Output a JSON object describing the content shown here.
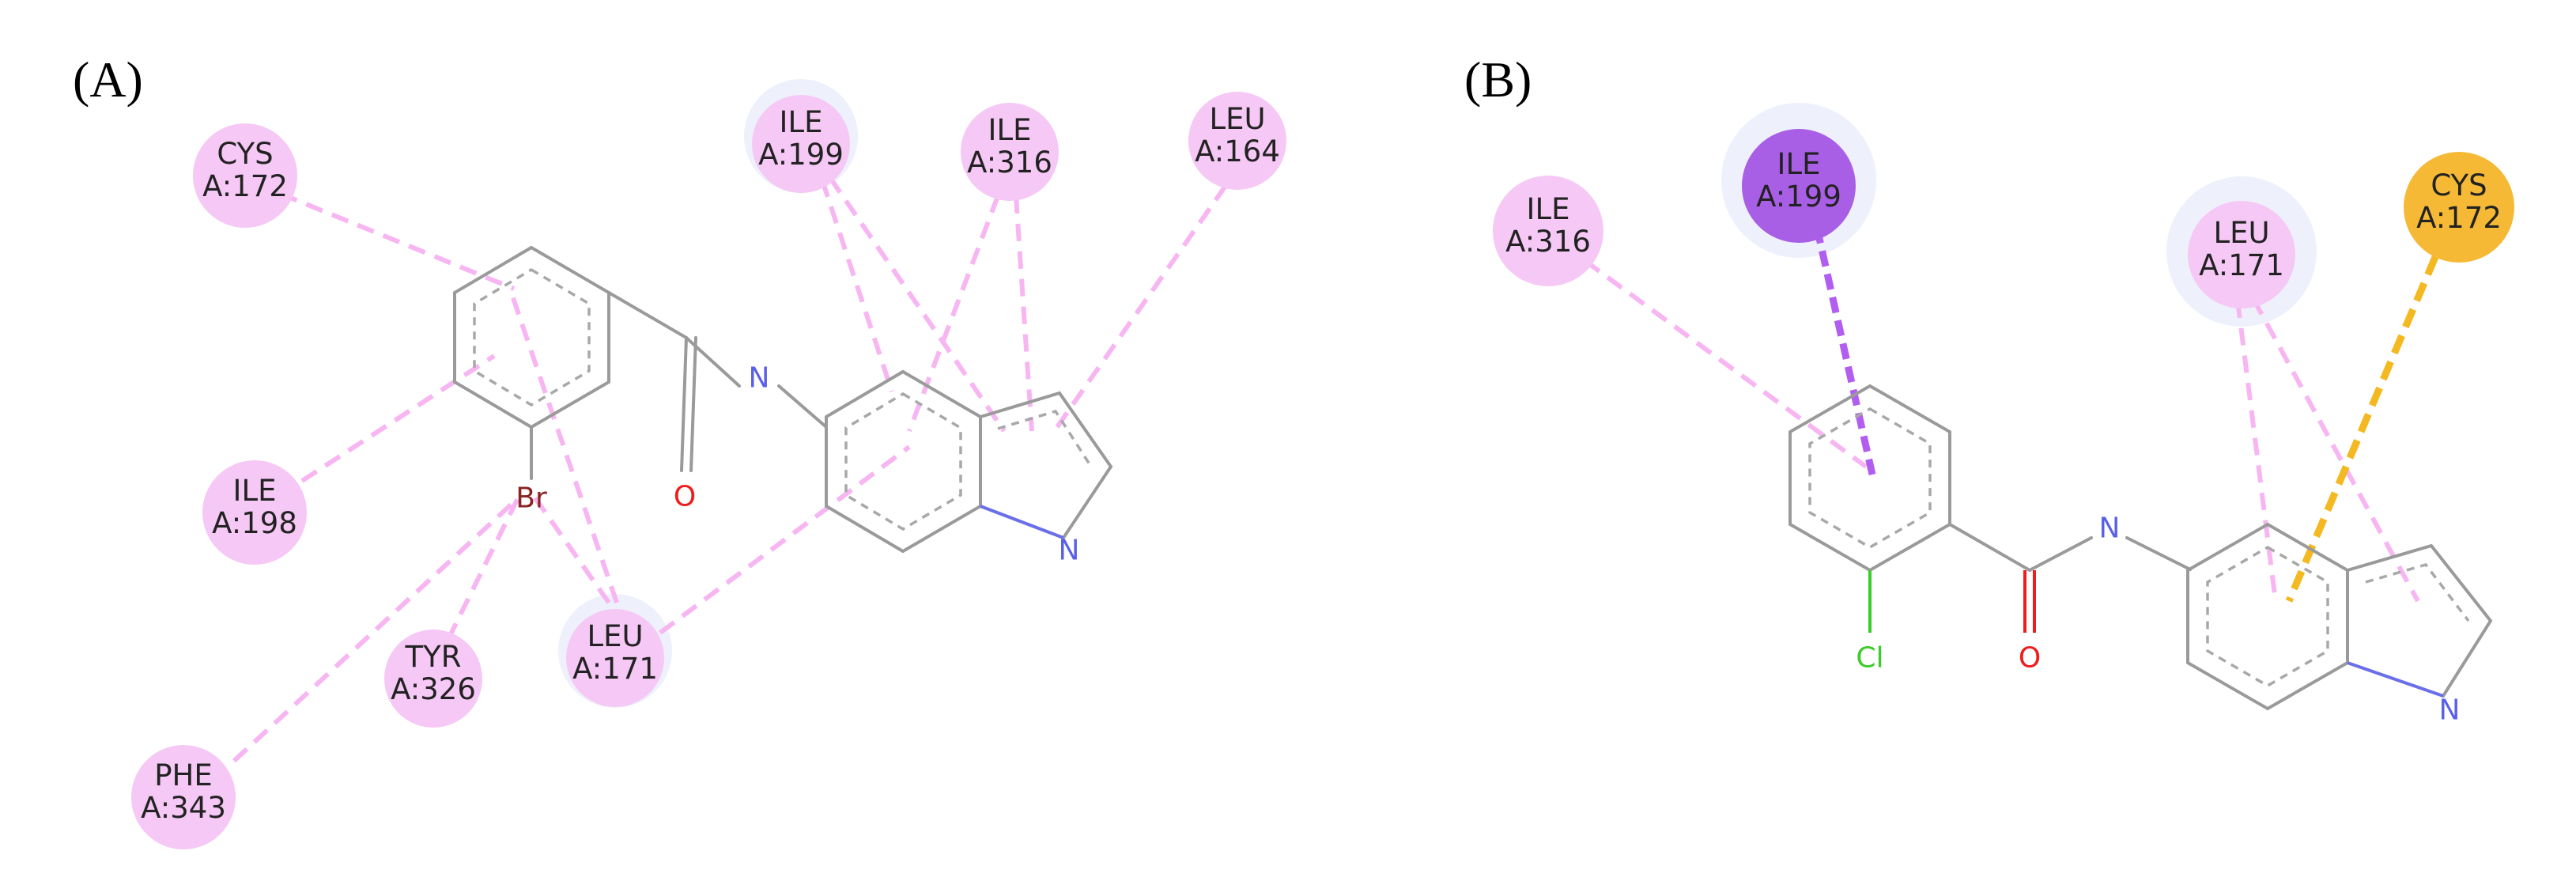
{
  "panels": [
    {
      "label": "(A)",
      "halogen": "Br",
      "halogen_color": "#8b2323",
      "residues": [
        {
          "id": "A_CYS172",
          "name": "CYS",
          "num": "A:172",
          "style": "pink"
        },
        {
          "id": "A_ILE199",
          "name": "ILE",
          "num": "A:199",
          "style": "pink",
          "halo": true
        },
        {
          "id": "A_ILE316",
          "name": "ILE",
          "num": "A:316",
          "style": "pink"
        },
        {
          "id": "A_LEU164",
          "name": "LEU",
          "num": "A:164",
          "style": "pink"
        },
        {
          "id": "A_ILE198",
          "name": "ILE",
          "num": "A:198",
          "style": "pink"
        },
        {
          "id": "A_TYR326",
          "name": "TYR",
          "num": "A:326",
          "style": "pink"
        },
        {
          "id": "A_LEU171",
          "name": "LEU",
          "num": "A:171",
          "style": "pink",
          "halo": true
        },
        {
          "id": "A_PHE343",
          "name": "PHE",
          "num": "A:343",
          "style": "pink"
        }
      ]
    },
    {
      "label": "(B)",
      "halogen": "Cl",
      "halogen_color": "#3ccc2a",
      "residues": [
        {
          "id": "B_ILE316",
          "name": "ILE",
          "num": "A:316",
          "style": "pink"
        },
        {
          "id": "B_ILE199",
          "name": "ILE",
          "num": "A:199",
          "style": "purple",
          "halo": true
        },
        {
          "id": "B_LEU171",
          "name": "LEU",
          "num": "A:171",
          "style": "pink",
          "halo": true
        },
        {
          "id": "B_CYS172",
          "name": "CYS",
          "num": "A:172",
          "style": "orange"
        }
      ]
    }
  ],
  "atoms": {
    "nitrogen": "N",
    "oxygen": "O"
  },
  "colors": {
    "residue_pink": "#f6c8f5",
    "residue_purple": "#a95ee6",
    "residue_orange": "#f5b935",
    "halo": "#eef1fb",
    "line_pink": "#f7b6f2",
    "line_purple": "#b15ef0",
    "line_orange": "#f4b820",
    "nitrogen": "#5a5fe8",
    "oxygen": "#ee1c1c"
  }
}
